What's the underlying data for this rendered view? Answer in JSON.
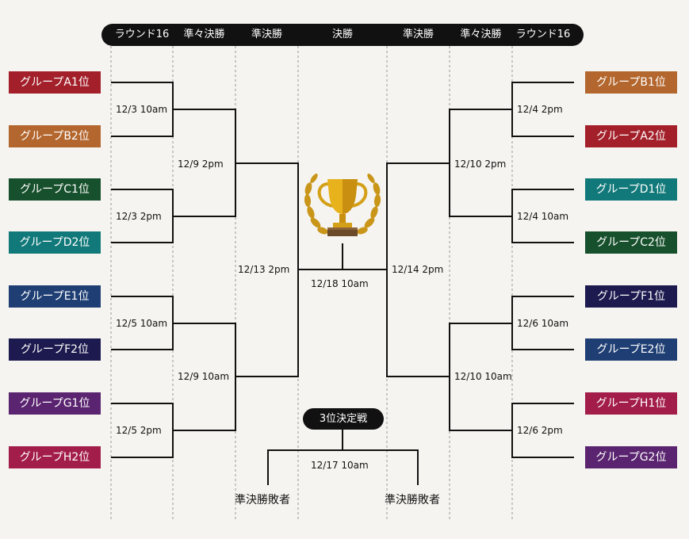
{
  "headers": [
    "ラウンド16",
    "準々決勝",
    "準決勝",
    "決勝",
    "準決勝",
    "準々決勝",
    "ラウンド16"
  ],
  "left_teams": [
    {
      "label": "グループA1位",
      "color": "#a3202a"
    },
    {
      "label": "グループB2位",
      "color": "#b3662d"
    },
    {
      "label": "グループC1位",
      "color": "#17502c"
    },
    {
      "label": "グループD2位",
      "color": "#12797a"
    },
    {
      "label": "グループE1位",
      "color": "#1f3f74"
    },
    {
      "label": "グループF2位",
      "color": "#1c1a4e"
    },
    {
      "label": "グループG1位",
      "color": "#5a2470"
    },
    {
      "label": "グループH2位",
      "color": "#a31d4b"
    }
  ],
  "right_teams": [
    {
      "label": "グループB1位",
      "color": "#b3662d"
    },
    {
      "label": "グループA2位",
      "color": "#a3202a"
    },
    {
      "label": "グループD1位",
      "color": "#12797a"
    },
    {
      "label": "グループC2位",
      "color": "#17502c"
    },
    {
      "label": "グループF1位",
      "color": "#1c1a4e"
    },
    {
      "label": "グループE2位",
      "color": "#1f3f74"
    },
    {
      "label": "グループH1位",
      "color": "#a31d4b"
    },
    {
      "label": "グループG2位",
      "color": "#5a2470"
    }
  ],
  "matches": {
    "left_r16": [
      "12/3  10am",
      "12/3  2pm",
      "12/5  10am",
      "12/5  2pm"
    ],
    "left_qf": [
      "12/9  2pm",
      "12/9  10am"
    ],
    "left_sf": "12/13  2pm",
    "final": "12/18  10am",
    "right_sf": "12/14  2pm",
    "right_qf": [
      "12/10  2pm",
      "12/10  10am"
    ],
    "right_r16": [
      "12/4  2pm",
      "12/4  10am",
      "12/6  10am",
      "12/6  2pm"
    ]
  },
  "third_place": {
    "label": "3位決定戦",
    "date": "12/17  10am",
    "left_loser": "準決勝敗者",
    "right_loser": "準決勝敗者"
  },
  "colors": {
    "line": "#111111",
    "header_bg": "#111111",
    "trophy": "#d4a017"
  },
  "icons": {
    "trophy": "trophy-icon"
  }
}
